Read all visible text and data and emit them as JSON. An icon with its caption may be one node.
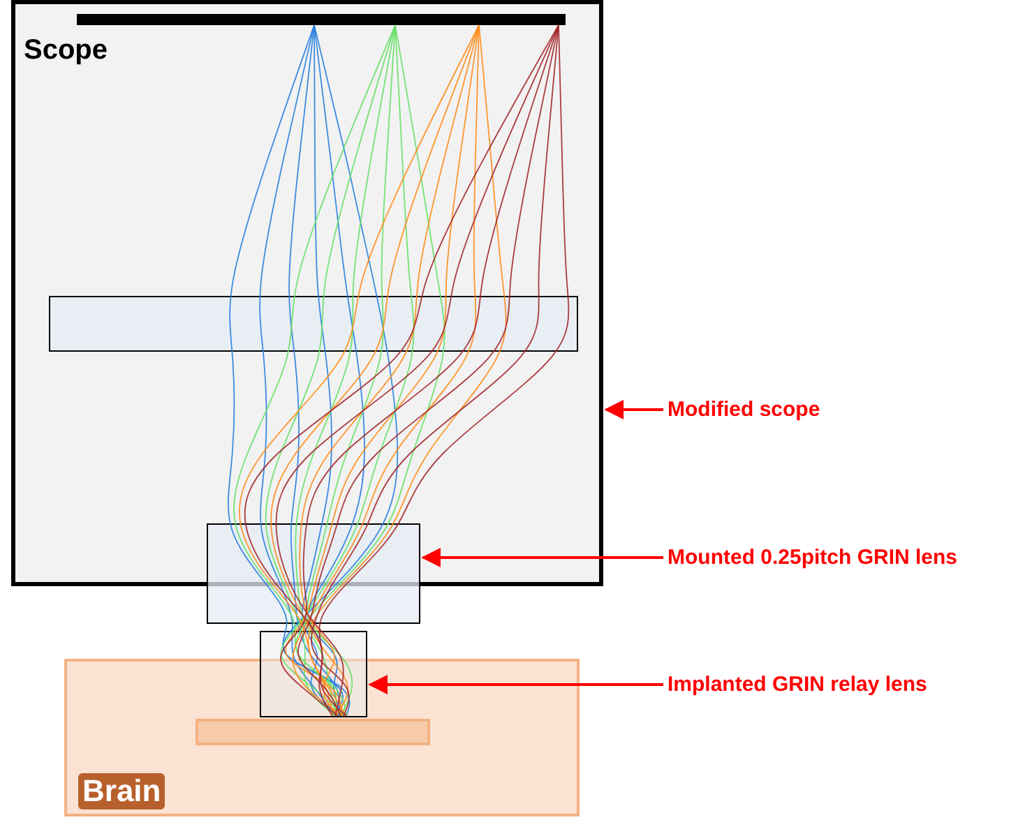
{
  "diagram": {
    "nodes": [
      {
        "text": [
          "Scope"
        ]
      },
      {
        "text": [],
        "shape": "bar",
        "in": 0
      },
      {
        "text": [],
        "shape": "box",
        "in": 0
      },
      {
        "text": [],
        "shape": "box"
      },
      {
        "text": [],
        "shape": "box"
      },
      {
        "text": [
          "Brain"
        ]
      },
      {
        "text": [],
        "shape": "box",
        "in": 5
      },
      {
        "text": [
          "Modified scope"
        ]
      },
      {
        "text": [
          "Mounted 0.25pitch GRIN lens"
        ]
      },
      {
        "text": [
          "Implanted GRIN relay lens"
        ]
      }
    ],
    "edges": [
      {
        "from": 7,
        "to": 0,
        "arrow": "to"
      },
      {
        "from": 8,
        "to": 3,
        "arrow": "to"
      },
      {
        "from": 9,
        "to": 4,
        "arrow": "to"
      }
    ]
  }
}
